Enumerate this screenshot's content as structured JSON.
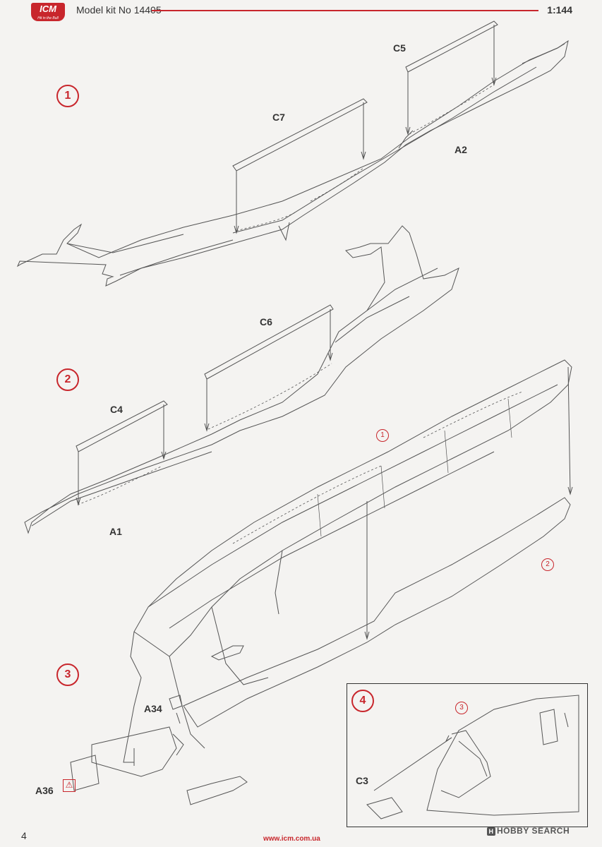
{
  "header": {
    "logo_text": "ICM",
    "logo_tagline": "Hit in the Bull",
    "kit_title": "Model kit No 14405",
    "scale": "1:144"
  },
  "steps": {
    "step1": "1",
    "step2": "2",
    "step3": "3",
    "step4": "4"
  },
  "parts": {
    "c5": "C5",
    "c7": "C7",
    "a2": "A2",
    "c6": "C6",
    "c4": "C4",
    "a1": "A1",
    "a34": "A34",
    "a36": "A36",
    "c3": "C3"
  },
  "sub_refs": {
    "ref_1": "1",
    "ref_2": "2",
    "ref_3": "3"
  },
  "icons": {
    "warning_glue": "glue-warning-icon"
  },
  "colors": {
    "accent": "#c8262c",
    "line": "#555555"
  },
  "footer": {
    "page_number": "4",
    "url": "www.icm.com.ua",
    "watermark": "HOBBY SEARCH",
    "watermark_icon": "H"
  }
}
